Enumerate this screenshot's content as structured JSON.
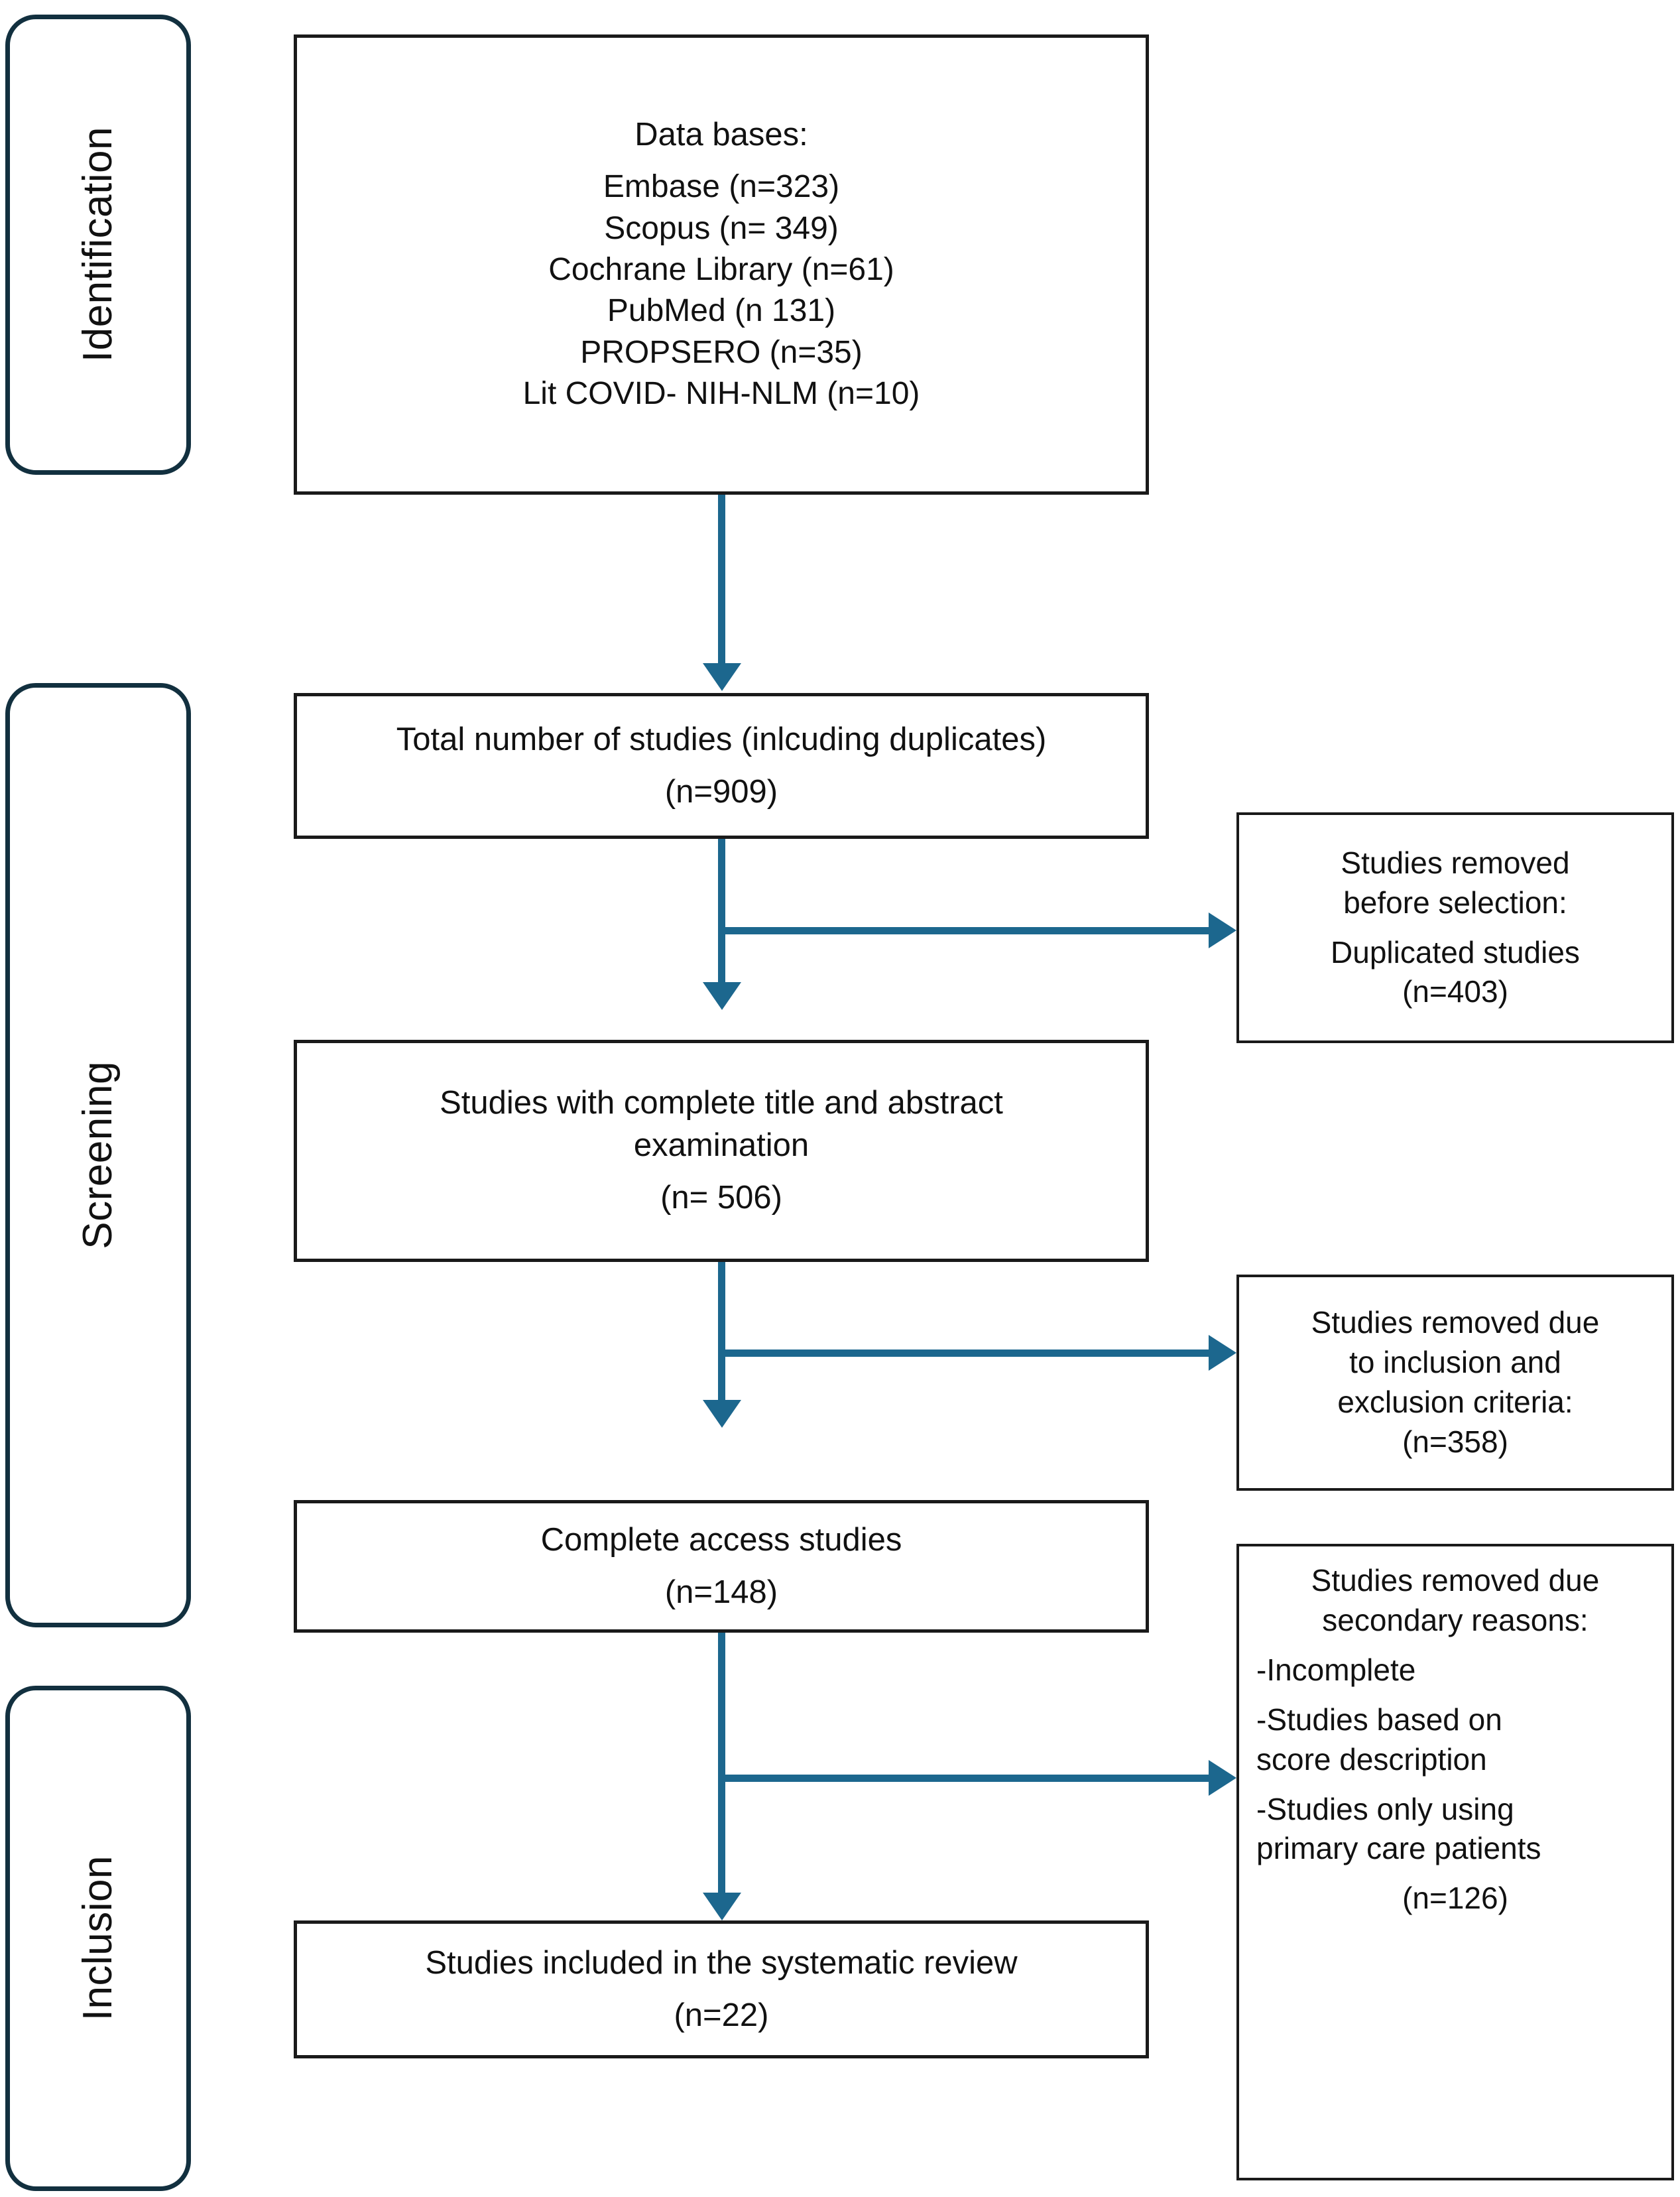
{
  "diagram": {
    "title": "PRISMA study selection flow diagram",
    "accent_color": "#1c678e",
    "stage_border_color": "#12303f",
    "box_border_color": "#1a1a1a"
  },
  "stages": [
    {
      "id": "identification",
      "label": "Identification"
    },
    {
      "id": "screening",
      "label": "Screening"
    },
    {
      "id": "inclusion",
      "label": "Inclusion"
    }
  ],
  "databases_box": {
    "title": "Data bases:",
    "items": [
      "Embase (n=323)",
      "Scopus (n= 349)",
      "Cochrane Library (n=61)",
      "PubMed (n 131)",
      "PROPSERO (n=35)",
      "Lit COVID- NIH-NLM (n=10)"
    ]
  },
  "main_boxes": [
    {
      "id": "total-studies",
      "text": "Total number of studies (inlcuding duplicates)",
      "count": "(n=909)"
    },
    {
      "id": "title-abstract",
      "text_line1": "Studies with complete title and abstract",
      "text_line2": "examination",
      "count": "(n= 506)"
    },
    {
      "id": "complete-access",
      "text": "Complete access studies",
      "count": "(n=148)"
    },
    {
      "id": "included",
      "text": "Studies included in the systematic review",
      "count": "(n=22)"
    }
  ],
  "exclusion_boxes": [
    {
      "id": "removed-before-selection",
      "line1": "Studies removed",
      "line2": "before selection:",
      "line3": "Duplicated studies",
      "count": "(n=403)"
    },
    {
      "id": "removed-criteria",
      "line1": "Studies removed due",
      "line2": "to inclusion and",
      "line3": "exclusion criteria:",
      "count": "(n=358)"
    },
    {
      "id": "removed-secondary",
      "line1": "Studies removed due",
      "line2": "secondary reasons:",
      "reason1": "-Incomplete",
      "reason2a": "-Studies based on",
      "reason2b": "score description",
      "reason3a": "-Studies only using",
      "reason3b": "primary care patients",
      "count": "(n=126)"
    }
  ]
}
